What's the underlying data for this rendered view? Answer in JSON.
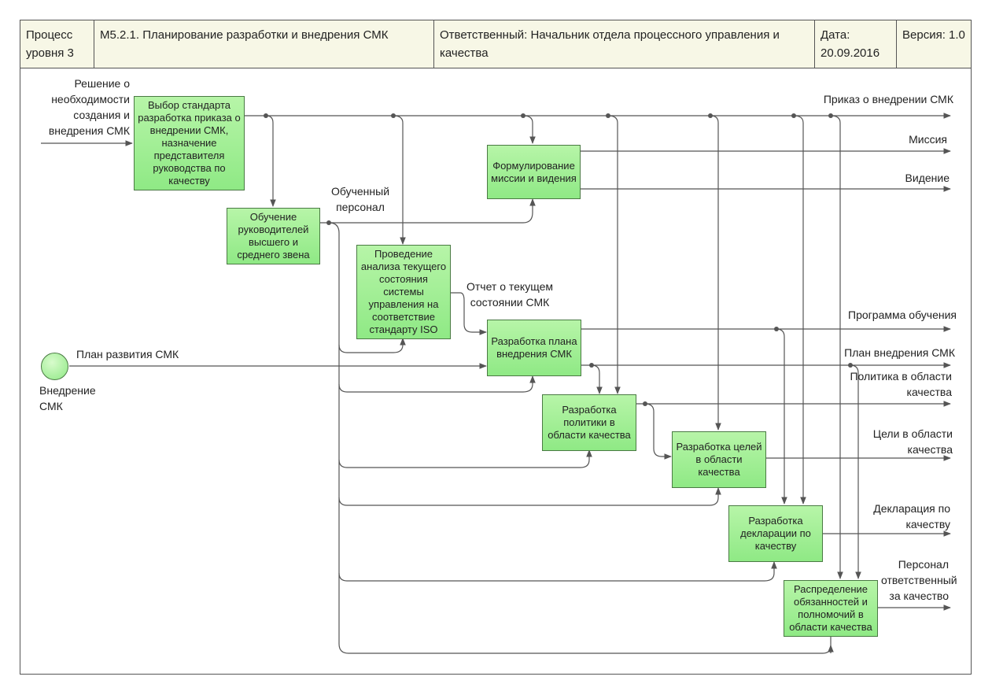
{
  "header": {
    "level": "Процесс уровня 3",
    "process": "М5.2.1.  Планирование разработки и внедрения СМК",
    "responsible": "Ответственный: Начальник отдела процессного управления и качества",
    "date": "Дата: 20.09.2016",
    "version": "Версия: 1.0"
  },
  "start_event": {
    "label": "Внедрение СМК",
    "flow_label": "План развития СМК"
  },
  "nodes": {
    "n1": "Выбор стандарта разработка приказа о внедрении СМК, назначение представителя руководства по качеству",
    "n2": "Обучение руководителей высшего и среднего звена",
    "n3": "Формулирование миссии и видения",
    "n4": "Проведение анализа текущего состояния системы управления на соответствие стандарту ISO",
    "n5": "Разработка плана внедрения СМК",
    "n6": "Разработка политики в области качества",
    "n7": "Разработка целей в области качества",
    "n8": "Разработка декларации по качеству",
    "n9": "Распределение обязанностей и полномочий в области качества"
  },
  "flows": {
    "input_decision": "Решение о необходимости создания и внедрения СМК",
    "trained_staff": "Обученный персонал",
    "report": "Отчет о текущем состоянии СМК"
  },
  "outputs": {
    "order": "Приказ о внедрении СМК",
    "mission": "Миссия",
    "vision": "Видение",
    "training_program": "Программа обучения",
    "plan": "План внедрения СМК",
    "policy": "Политика в области качества",
    "goals": "Цели в области качества",
    "declaration": "Декларация по качеству",
    "personnel": "Персонал ответственный за качество"
  }
}
